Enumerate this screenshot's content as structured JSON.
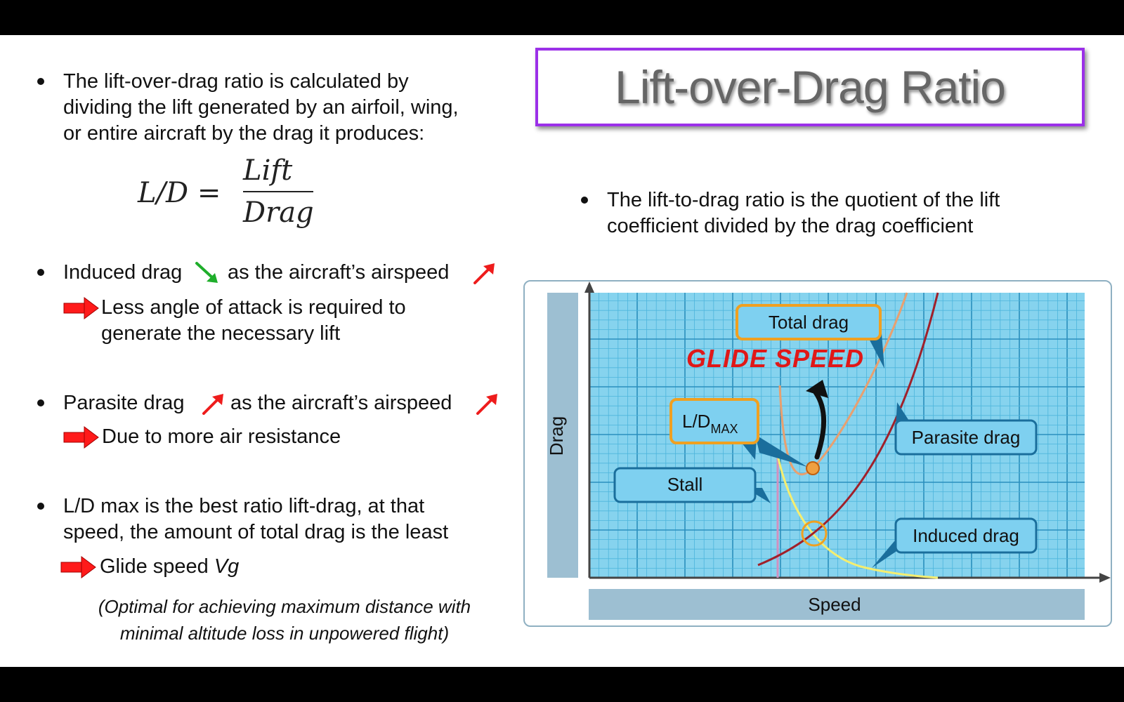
{
  "title": "Lift-over-Drag Ratio",
  "left": {
    "bullet1": {
      "lines": [
        "The lift-over-drag ratio is calculated by",
        "dividing the lift generated by an airfoil, wing,",
        "or entire aircraft by the drag it produces:"
      ]
    },
    "formula": {
      "lhs": "L/D =",
      "numerator": "Lift",
      "denominator": "Drag"
    },
    "bullet2": {
      "part1": "Induced drag",
      "part2": "as the aircraft’s airspeed",
      "sub_lines": [
        "Less angle of attack is required to",
        "generate the necessary lift"
      ]
    },
    "bullet3": {
      "part1": "Parasite drag",
      "part2": "as the aircraft’s airspeed",
      "sub_line": "Due to more air resistance"
    },
    "bullet4": {
      "lines": [
        "L/D max is the best ratio lift-drag, at that",
        "speed, the amount of total drag is the least"
      ],
      "sub_text": "Glide speed ",
      "sub_italic": "Vg",
      "note_lines": [
        "(Optimal for achieving maximum distance with",
        "minimal altitude loss in unpowered flight)"
      ]
    }
  },
  "right": {
    "bullet": {
      "lines": [
        "The lift-to-drag ratio is the quotient of the lift",
        "coefficient divided by the drag coefficient"
      ]
    }
  },
  "diagram": {
    "y_axis_label": "Drag",
    "x_axis_label": "Speed",
    "labels": {
      "total_drag": "Total drag",
      "ld_max_main": "L/D",
      "ld_max_sub": "MAX",
      "stall": "Stall",
      "parasite_drag": "Parasite drag",
      "induced_drag": "Induced drag",
      "glide_speed": "GLIDE SPEED"
    },
    "colors": {
      "grid_bg": "#7fcfea",
      "grid_line": "#2a9fc9",
      "label_fill": "#7ed0f0",
      "label_stroke": "#1a6e9c",
      "highlight_stroke": "#f0a020",
      "total_drag_curve": "#e8a070",
      "parasite_curve": "#a0202a",
      "induced_curve": "#f5ee70",
      "stall_line": "#d090c0",
      "glide_text": "#e01818",
      "axis_band": "#9dbfd2"
    }
  },
  "icons": {
    "down_arrow": "green-down-right-arrow",
    "up_arrow": "red-up-right-arrow",
    "bullet_arrow": "red-right-arrow"
  }
}
